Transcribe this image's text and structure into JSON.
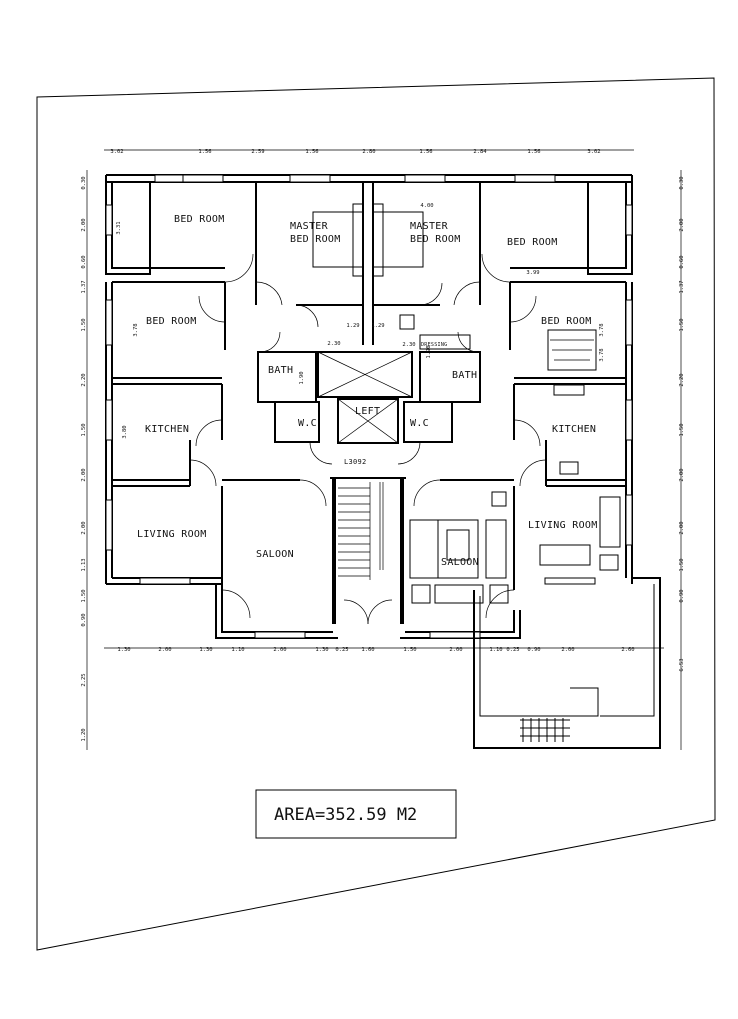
{
  "title": "",
  "area_label": "AREA=352.59  M2",
  "rooms": [
    {
      "id": "bed-room-1",
      "label": "BED ROOM"
    },
    {
      "id": "master-bed-room-left",
      "label": "MASTER\nBED ROOM"
    },
    {
      "id": "master-bed-room-right",
      "label": "MASTER\nBED ROOM"
    },
    {
      "id": "bed-room-2",
      "label": "BED ROOM"
    },
    {
      "id": "bed-room-3",
      "label": "BED ROOM"
    },
    {
      "id": "bed-room-4",
      "label": "BED ROOM"
    },
    {
      "id": "bath-left",
      "label": "BATH"
    },
    {
      "id": "bath-right",
      "label": "BATH"
    },
    {
      "id": "wc-left",
      "label": "W.C"
    },
    {
      "id": "wc-right",
      "label": "W.C"
    },
    {
      "id": "lift",
      "label": "LEFT"
    },
    {
      "id": "kitchen-left",
      "label": "KITCHEN"
    },
    {
      "id": "kitchen-right",
      "label": "KITCHEN"
    },
    {
      "id": "living-room-left",
      "label": "LIVING ROOM"
    },
    {
      "id": "living-room-right",
      "label": "LIVING ROOM"
    },
    {
      "id": "saloon-left",
      "label": "SALOON"
    },
    {
      "id": "saloon-right",
      "label": "SALOON"
    },
    {
      "id": "stair-label",
      "label": "L3092"
    },
    {
      "id": "dressing",
      "label": "DRESSING"
    }
  ],
  "top_dimensions": [
    "3.02",
    "1.56",
    "2.59",
    "1.56",
    "2.80",
    "1.56",
    "2.84",
    "1.56",
    "3.02"
  ],
  "bottom_dimensions": [
    "1.30",
    "2.00",
    "1.30",
    "1.10",
    "2.00",
    "1.30",
    "0.25",
    "1.60",
    "1.50",
    "2.00",
    "1.10",
    "0.25",
    "0.90",
    "2.00",
    "2.60"
  ],
  "left_dimensions": [
    "0.30",
    "2.00",
    "0.60",
    "1.37",
    "1.50",
    "2.20",
    "1.50",
    "2.00",
    "2.00",
    "1.13",
    "1.50",
    "0.90",
    "2.25",
    "1.20"
  ],
  "right_dimensions": [
    "0.30",
    "2.00",
    "0.60",
    "1.37",
    "1.50",
    "2.20",
    "1.50",
    "2.00",
    "2.00",
    "1.50",
    "0.90",
    "6.53"
  ],
  "interior_dimensions": [
    "3.31",
    "3.78",
    "3.80",
    "4.00",
    "3.99",
    "2.30",
    "1.29",
    "1.29",
    "1.90",
    "1.90",
    "2.30",
    "3.78",
    "3.78"
  ]
}
